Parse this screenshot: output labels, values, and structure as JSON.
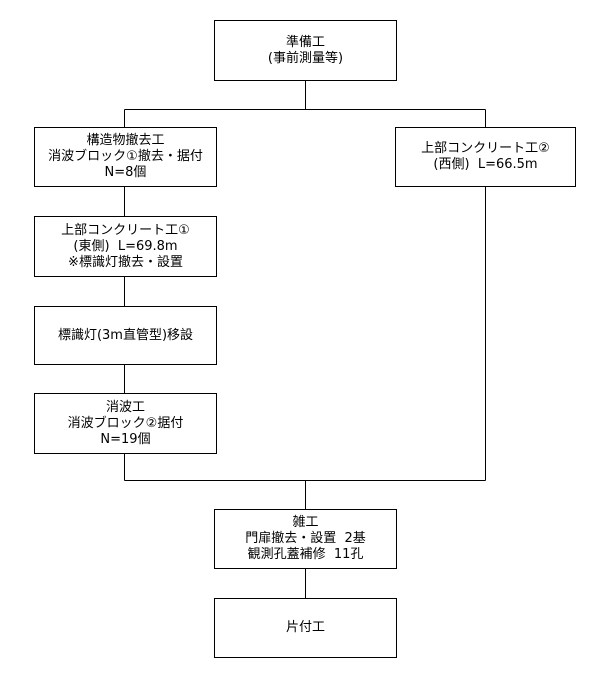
{
  "flowchart": {
    "nodes": {
      "prep": {
        "lines": [
          "準備工",
          "(事前測量等)"
        ]
      },
      "structure_removal": {
        "lines": [
          "構造物撤去工",
          "消波ブロック①撤去・据付",
          "N=8個"
        ]
      },
      "upper_concrete_east": {
        "lines": [
          "上部コンクリート工①",
          "(東側)  L=69.8m",
          "※標識灯撤去・設置"
        ]
      },
      "sign_light_relocation": {
        "lines": [
          "標識灯(3m直管型)移設"
        ]
      },
      "wave_dissipation": {
        "lines": [
          "消波工",
          "消波ブロック②据付",
          "N=19個"
        ]
      },
      "upper_concrete_west": {
        "lines": [
          "上部コンクリート工②",
          "(西側)  L=66.5m"
        ]
      },
      "misc": {
        "lines": [
          "雑工",
          "門扉撤去・設置  2基",
          "観測孔蓋補修  11孔"
        ]
      },
      "cleanup": {
        "lines": [
          "片付工"
        ]
      }
    },
    "edges": [
      {
        "from": "prep",
        "to": "structure_removal"
      },
      {
        "from": "prep",
        "to": "upper_concrete_west"
      },
      {
        "from": "structure_removal",
        "to": "upper_concrete_east"
      },
      {
        "from": "upper_concrete_east",
        "to": "sign_light_relocation"
      },
      {
        "from": "sign_light_relocation",
        "to": "wave_dissipation"
      },
      {
        "from": "wave_dissipation",
        "to": "misc"
      },
      {
        "from": "upper_concrete_west",
        "to": "misc"
      },
      {
        "from": "misc",
        "to": "cleanup"
      }
    ]
  }
}
